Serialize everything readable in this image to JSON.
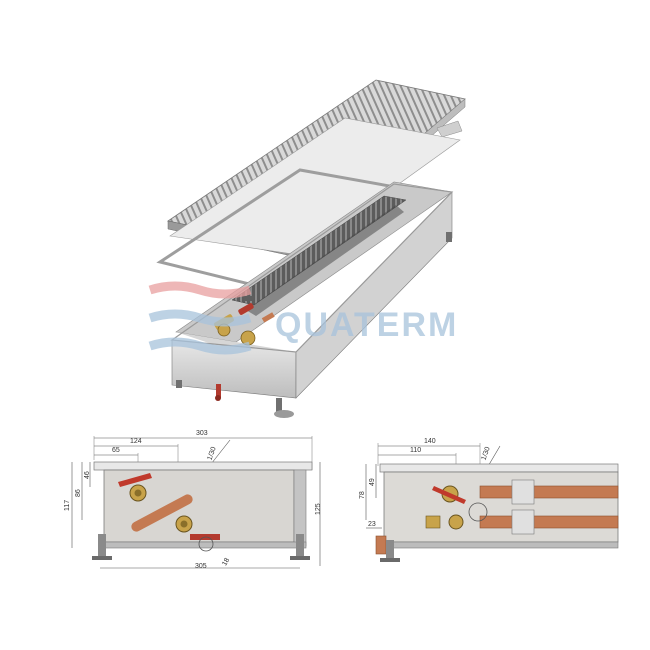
{
  "colors": {
    "watermark_red": "#e9a0a0",
    "watermark_blue": "#a8c3dc",
    "frame": "#e4e4e4",
    "copper": "#c47a52",
    "valve_red": "#c0392b",
    "brass": "#c8a34a"
  },
  "watermark": {
    "text": "QUATERM"
  },
  "left_drawing": {
    "dims": {
      "total_width": "303",
      "inner_width": "124",
      "offset_small": "65",
      "angle": "1/30",
      "height_total": "117",
      "height_mid": "86",
      "height_top": "46",
      "height_right": "125",
      "bottom_width": "305",
      "bottom_pipe": "18"
    }
  },
  "right_drawing": {
    "dims": {
      "width_a": "140",
      "width_b": "110",
      "angle": "1/30",
      "height_a": "78",
      "height_b": "49",
      "height_bottom": "23"
    }
  }
}
